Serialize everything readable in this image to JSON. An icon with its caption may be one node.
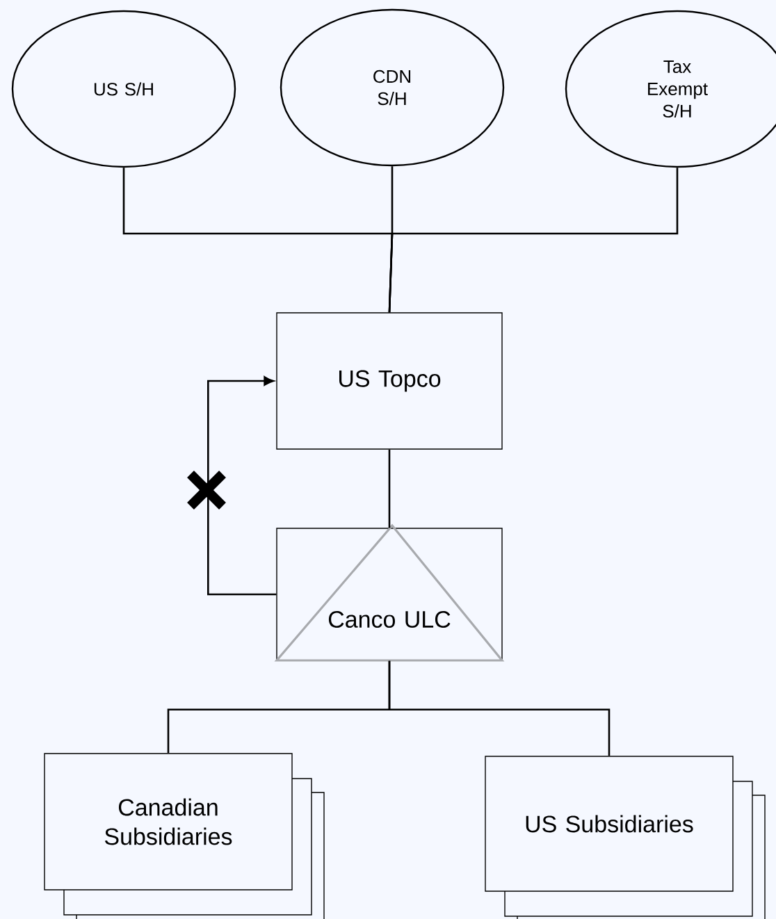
{
  "diagram": {
    "nodes": [
      {
        "text": [
          "US S/H"
        ]
      },
      {
        "text": [
          "CDN S/H"
        ]
      },
      {
        "text": [
          "Tax Exempt S/H"
        ]
      },
      {
        "text": [
          "US Topco"
        ]
      },
      {
        "text": [
          "Canco ULC"
        ]
      },
      {
        "text": [
          "Canadian Subsidiaries"
        ]
      },
      {
        "text": [
          "US Subsidiaries"
        ]
      }
    ],
    "edges": [
      {
        "from": 0,
        "to": 3,
        "arrow": "none"
      },
      {
        "from": 1,
        "to": 3,
        "arrow": "none"
      },
      {
        "from": 2,
        "to": 3,
        "arrow": "none"
      },
      {
        "from": 3,
        "to": 4,
        "arrow": "none"
      },
      {
        "from": 4,
        "to": 3,
        "arrow": "to"
      },
      {
        "from": 4,
        "to": 5,
        "arrow": "none"
      },
      {
        "from": 4,
        "to": 6,
        "arrow": "none"
      }
    ]
  }
}
